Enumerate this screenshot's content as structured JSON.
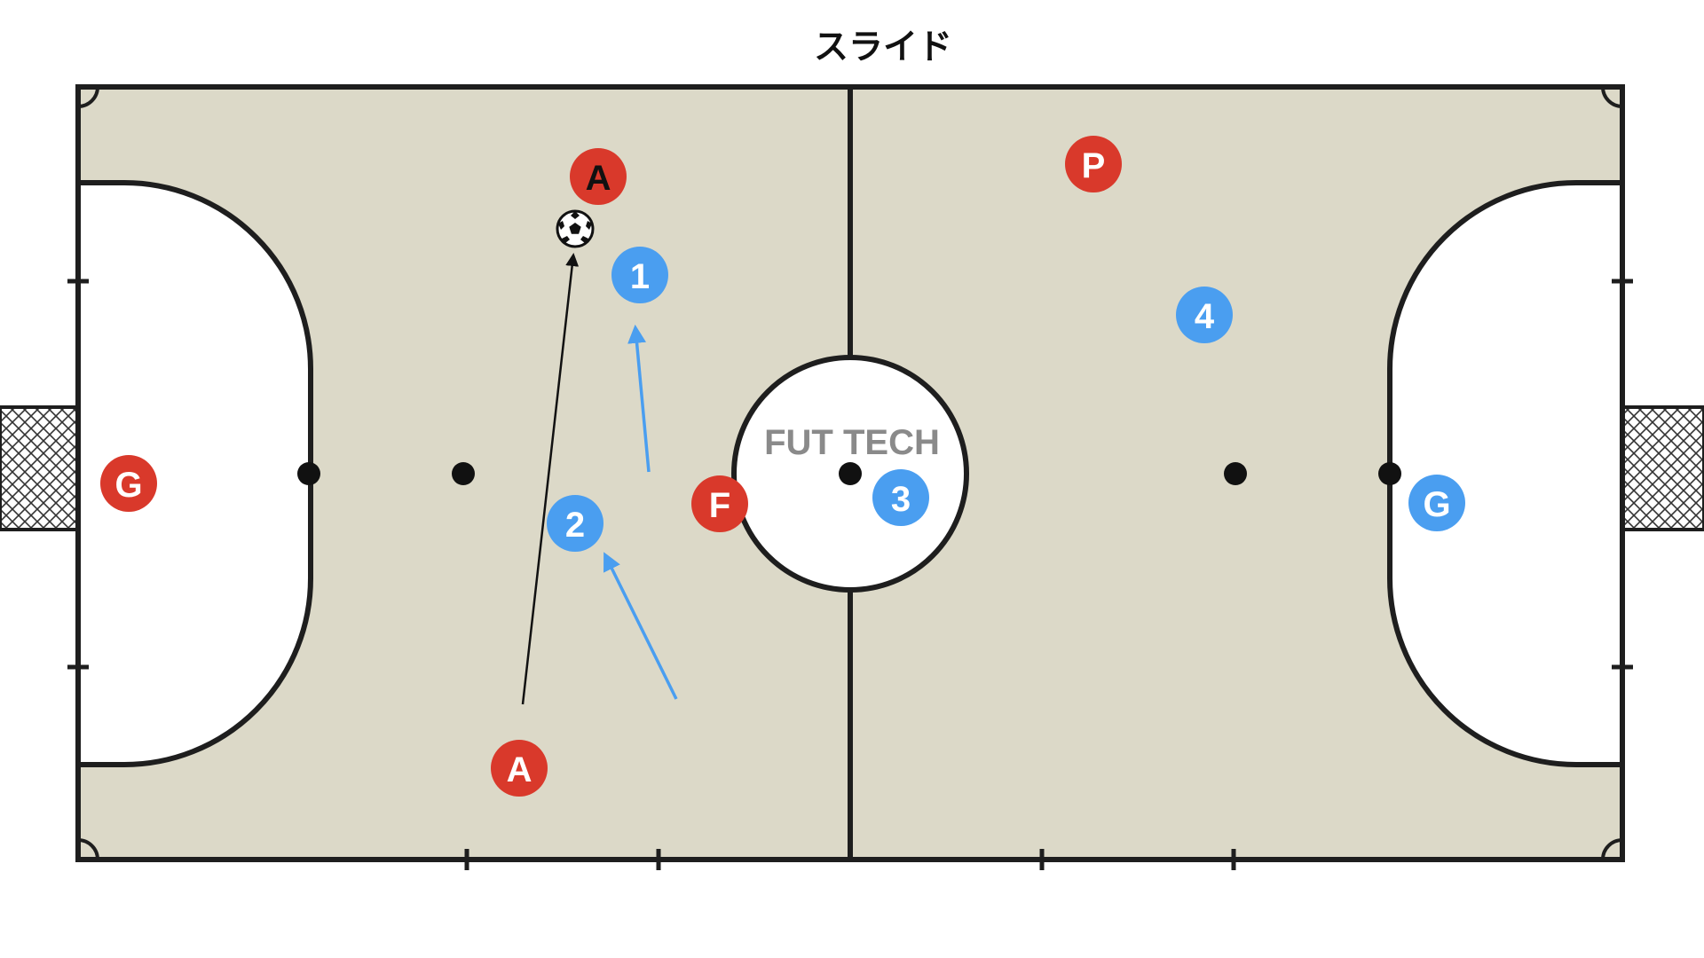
{
  "title": "スライド",
  "watermark": "FUT TECH",
  "colors": {
    "court_fill": "#dcd9c8",
    "area_fill": "#ffffff",
    "line": "#1e1e1e",
    "team_red": "#d9392b",
    "team_blue": "#4a9ef0",
    "arrow_blue": "#4a9ef0",
    "arrow_black": "#111111"
  },
  "players": [
    {
      "id": "red-A-top",
      "team": "red",
      "label": "A",
      "dark_label": true
    },
    {
      "id": "red-A-bottom",
      "team": "red",
      "label": "A",
      "dark_label": false
    },
    {
      "id": "red-P",
      "team": "red",
      "label": "P",
      "dark_label": false
    },
    {
      "id": "red-F",
      "team": "red",
      "label": "F",
      "dark_label": false
    },
    {
      "id": "red-G",
      "team": "red",
      "label": "G",
      "dark_label": false
    },
    {
      "id": "blue-1",
      "team": "blue",
      "label": "1",
      "dark_label": false
    },
    {
      "id": "blue-2",
      "team": "blue",
      "label": "2",
      "dark_label": false
    },
    {
      "id": "blue-3",
      "team": "blue",
      "label": "3",
      "dark_label": false
    },
    {
      "id": "blue-4",
      "team": "blue",
      "label": "4",
      "dark_label": false
    },
    {
      "id": "blue-G",
      "team": "blue",
      "label": "G",
      "dark_label": false
    }
  ],
  "icons": {
    "ball": "soccer-ball-icon",
    "goal": "goal-net-icon"
  }
}
